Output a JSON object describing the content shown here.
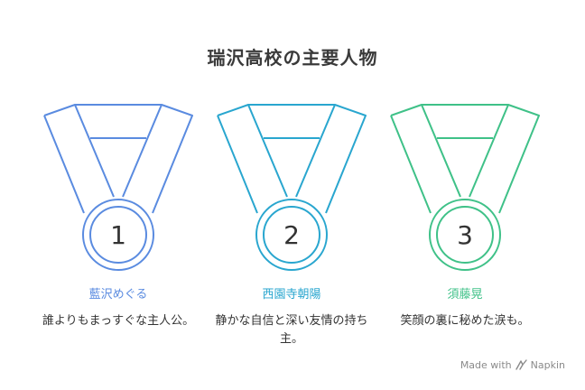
{
  "title": "瑞沢高校の主要人物",
  "medals": [
    {
      "number": "1",
      "name": "藍沢めぐる",
      "description": "誰よりもまっすぐな主人公。",
      "color": "#5a8be0"
    },
    {
      "number": "2",
      "name": "西園寺朝陽",
      "description": "静かな自信と深い友情の持ち主。",
      "color": "#29a6cf"
    },
    {
      "number": "3",
      "name": "須藤晃",
      "description": "笑顔の裏に秘めた涙も。",
      "color": "#3fc188"
    }
  ],
  "footer": {
    "made_with": "Made with",
    "brand": "Napkin",
    "icon": "napkin-logo-icon"
  }
}
